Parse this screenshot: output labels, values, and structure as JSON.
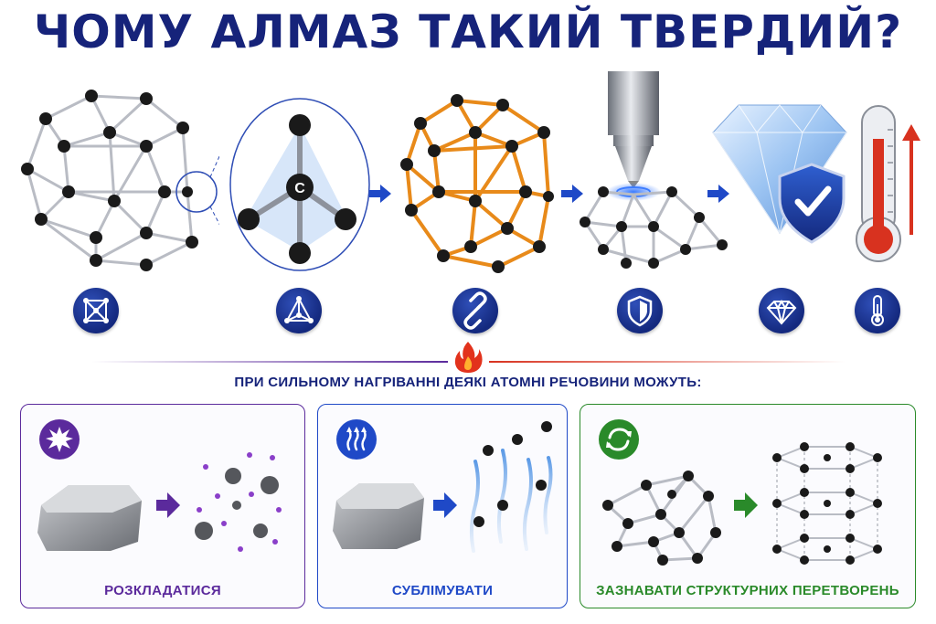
{
  "title": "ЧОМУ АЛМАЗ ТАКИЙ ТВЕРДИЙ?",
  "atom_label": "C",
  "subtitle": "ПРИ СИЛЬНОМУ НАГРІВАННІ ДЕЯКІ АТОМНІ РЕЧОВИНИ МОЖУТЬ:",
  "stage_icons": [
    "cube-lattice-icon",
    "tetrahedron-icon",
    "chain-link-icon",
    "shield-icon",
    "diamond-icon",
    "thermometer-icon"
  ],
  "panels": [
    {
      "label": "РОЗКЛАДАТИСЯ",
      "icon": "explosion-icon",
      "color": "#5b2a9c"
    },
    {
      "label": "СУБЛІМУВАТИ",
      "icon": "rising-vapor-icon",
      "color": "#1f49c7"
    },
    {
      "label": "ЗАЗНАВАТИ СТРУКТУРНИХ ПЕРЕТВОРЕНЬ",
      "icon": "cycle-arrows-icon",
      "color": "#2a8a2a"
    }
  ],
  "colors": {
    "navy": "#16237a",
    "purple": "#5b2a9c",
    "blue": "#1f49c7",
    "green": "#2a8a2a",
    "red": "#d8321f"
  }
}
